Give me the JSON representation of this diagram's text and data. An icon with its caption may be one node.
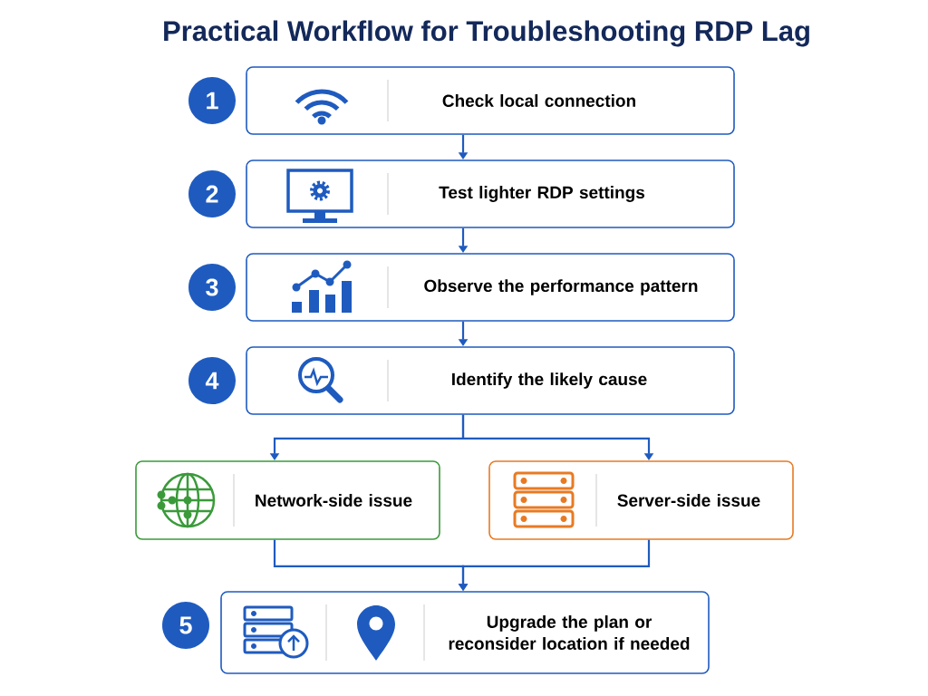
{
  "diagram": {
    "title": "Practical Workflow for Troubleshooting RDP Lag",
    "nodes": [
      {
        "text": [
          "1"
        ]
      },
      {
        "text": [
          "Check local connection"
        ]
      },
      {
        "text": [
          "2"
        ]
      },
      {
        "text": [
          "Test lighter RDP settings"
        ]
      },
      {
        "text": [
          "3"
        ]
      },
      {
        "text": [
          "Observe the performance pattern"
        ]
      },
      {
        "text": [
          "4"
        ]
      },
      {
        "text": [
          "Identify the likely cause"
        ]
      },
      {
        "text": [
          "Network-side issue"
        ]
      },
      {
        "text": [
          "Server-side issue"
        ]
      },
      {
        "text": [
          "5"
        ]
      },
      {
        "text": [
          "Upgrade the plan or reconsider location if needed"
        ]
      }
    ],
    "edges": [
      {
        "from": 1,
        "to": 3,
        "arrow": "to"
      },
      {
        "from": 3,
        "to": 5,
        "arrow": "to"
      },
      {
        "from": 5,
        "to": 7,
        "arrow": "to"
      },
      {
        "from": 7,
        "to": 8,
        "arrow": "to"
      },
      {
        "from": 7,
        "to": 9,
        "arrow": "to"
      },
      {
        "from": 8,
        "to": 11,
        "arrow": "to"
      },
      {
        "from": 9,
        "to": 11,
        "arrow": "to"
      }
    ]
  }
}
